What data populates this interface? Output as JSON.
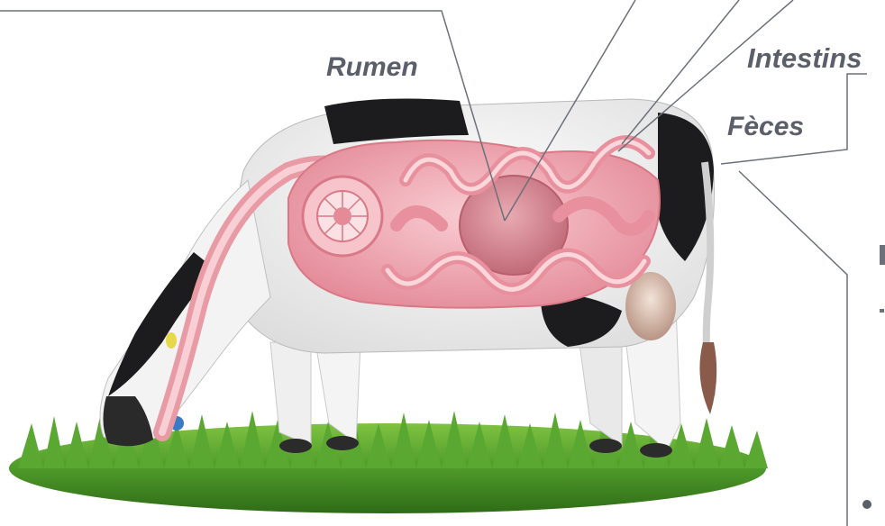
{
  "labels": {
    "rumen": "Rumen",
    "intestins": "Intestins",
    "feces": "Fèces"
  },
  "colors": {
    "label_text": "#5a5f6a",
    "leader_lines": "#6b7079",
    "organ_pink": "#f2a9b4",
    "grass": "#4e9a2a",
    "cow_black": "#1c1c1e"
  },
  "icons": {
    "cow": "cow-illustration",
    "digestive_tract": "digestive-tract-illustration",
    "grass": "grass-illustration"
  }
}
